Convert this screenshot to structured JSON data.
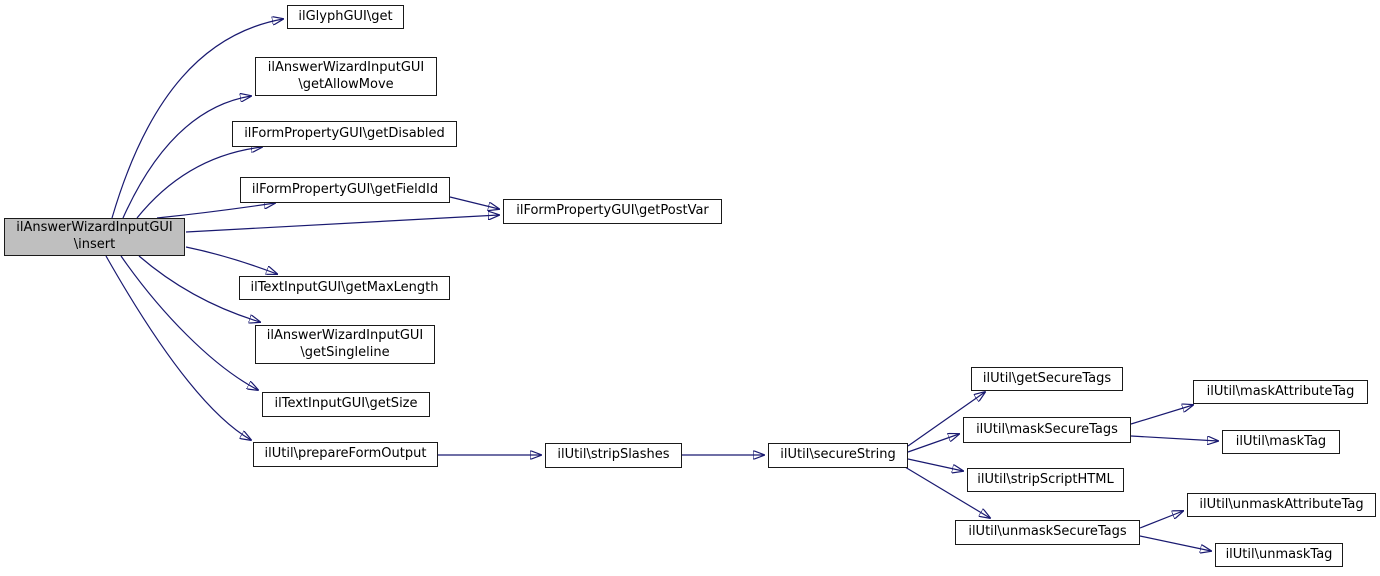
{
  "graph": {
    "type": "call-graph",
    "colors": {
      "edge": "#191970",
      "node_border": "#1a1a1a",
      "node_fill": "#ffffff",
      "root_fill": "#bfbfbf",
      "text": "#000000"
    },
    "nodes": [
      {
        "id": "insert",
        "label": "ilAnswerWizardInputGUI\n\\insert",
        "root": true
      },
      {
        "id": "get",
        "label": "ilGlyphGUI\\get"
      },
      {
        "id": "getAllowMove",
        "label": "ilAnswerWizardInputGUI\n\\getAllowMove"
      },
      {
        "id": "getDisabled",
        "label": "ilFormPropertyGUI\\getDisabled"
      },
      {
        "id": "getFieldId",
        "label": "ilFormPropertyGUI\\getFieldId"
      },
      {
        "id": "getPostVar",
        "label": "ilFormPropertyGUI\\getPostVar"
      },
      {
        "id": "getMaxLength",
        "label": "ilTextInputGUI\\getMaxLength"
      },
      {
        "id": "getSingleline",
        "label": "ilAnswerWizardInputGUI\n\\getSingleline"
      },
      {
        "id": "getSize",
        "label": "ilTextInputGUI\\getSize"
      },
      {
        "id": "prepareFormOutput",
        "label": "ilUtil\\prepareFormOutput"
      },
      {
        "id": "stripSlashes",
        "label": "ilUtil\\stripSlashes"
      },
      {
        "id": "secureString",
        "label": "ilUtil\\secureString"
      },
      {
        "id": "getSecureTags",
        "label": "ilUtil\\getSecureTags"
      },
      {
        "id": "maskSecureTags",
        "label": "ilUtil\\maskSecureTags"
      },
      {
        "id": "maskAttributeTag",
        "label": "ilUtil\\maskAttributeTag"
      },
      {
        "id": "maskTag",
        "label": "ilUtil\\maskTag"
      },
      {
        "id": "stripScriptHTML",
        "label": "ilUtil\\stripScriptHTML"
      },
      {
        "id": "unmaskSecureTags",
        "label": "ilUtil\\unmaskSecureTags"
      },
      {
        "id": "unmaskAttributeTag",
        "label": "ilUtil\\unmaskAttributeTag"
      },
      {
        "id": "unmaskTag",
        "label": "ilUtil\\unmaskTag"
      }
    ],
    "edges": [
      {
        "from": "insert",
        "to": "get"
      },
      {
        "from": "insert",
        "to": "getAllowMove"
      },
      {
        "from": "insert",
        "to": "getDisabled"
      },
      {
        "from": "insert",
        "to": "getFieldId"
      },
      {
        "from": "insert",
        "to": "getPostVar"
      },
      {
        "from": "insert",
        "to": "getMaxLength"
      },
      {
        "from": "insert",
        "to": "getSingleline"
      },
      {
        "from": "insert",
        "to": "getSize"
      },
      {
        "from": "insert",
        "to": "prepareFormOutput"
      },
      {
        "from": "getFieldId",
        "to": "getPostVar"
      },
      {
        "from": "prepareFormOutput",
        "to": "stripSlashes"
      },
      {
        "from": "stripSlashes",
        "to": "secureString"
      },
      {
        "from": "secureString",
        "to": "getSecureTags"
      },
      {
        "from": "secureString",
        "to": "maskSecureTags"
      },
      {
        "from": "secureString",
        "to": "stripScriptHTML"
      },
      {
        "from": "secureString",
        "to": "unmaskSecureTags"
      },
      {
        "from": "maskSecureTags",
        "to": "maskAttributeTag"
      },
      {
        "from": "maskSecureTags",
        "to": "maskTag"
      },
      {
        "from": "unmaskSecureTags",
        "to": "unmaskAttributeTag"
      },
      {
        "from": "unmaskSecureTags",
        "to": "unmaskTag"
      }
    ]
  }
}
